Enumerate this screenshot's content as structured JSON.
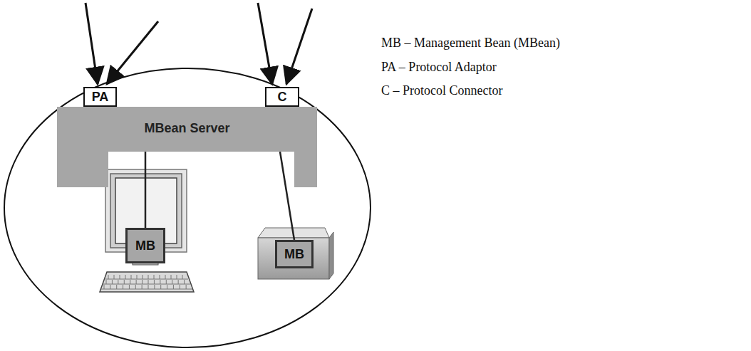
{
  "diagram": {
    "nodes": [
      {
        "text": [
          "PA"
        ]
      },
      {
        "text": [
          "C"
        ]
      },
      {
        "text": [
          "MBean Server"
        ]
      },
      {
        "text": [
          "MB"
        ]
      },
      {
        "text": [
          "MB"
        ]
      }
    ],
    "edges": [
      {
        "from": 2,
        "to": 3,
        "arrow": "none"
      },
      {
        "from": 2,
        "to": 4,
        "arrow": "none"
      }
    ],
    "labels": [
      "MB – Management Bean (MBean)",
      "PA – Protocol Adaptor",
      "C – Protocol Connector"
    ]
  }
}
